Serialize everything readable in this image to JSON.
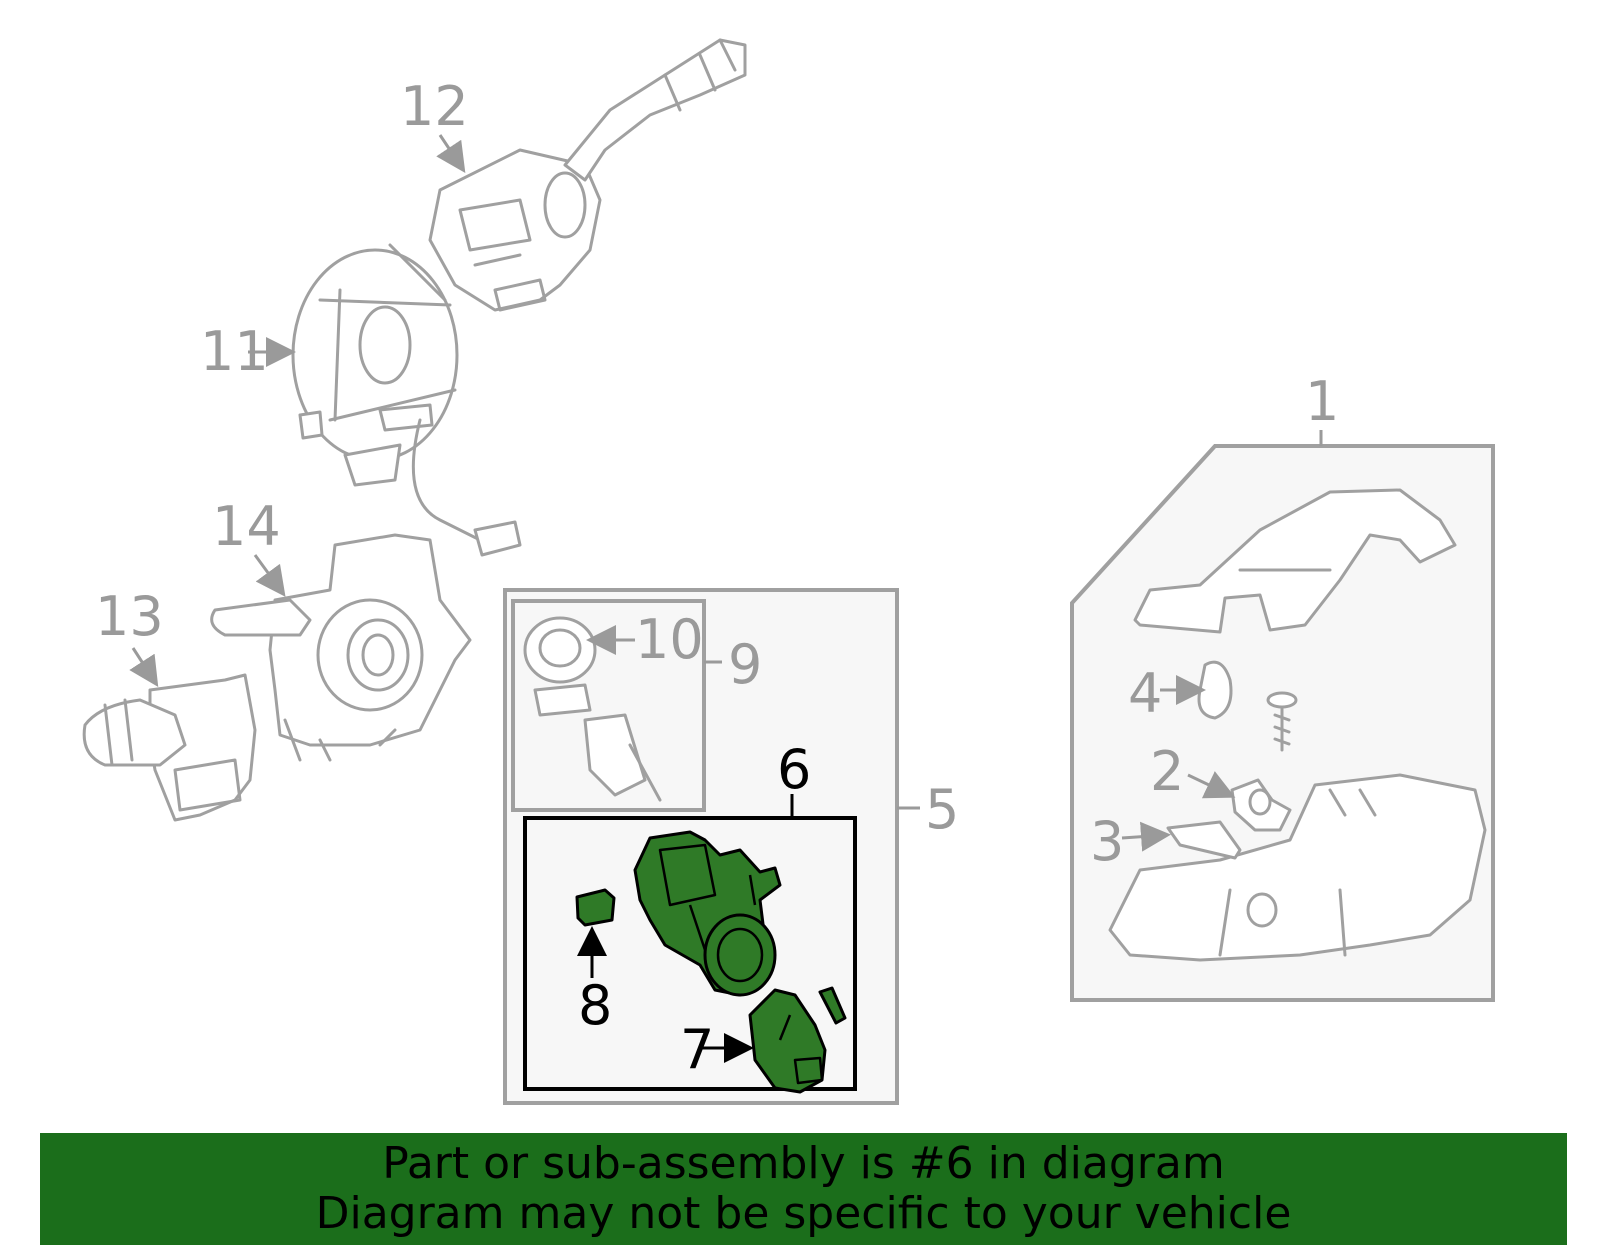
{
  "callouts": {
    "c1": "1",
    "c2": "2",
    "c3": "3",
    "c4": "4",
    "c5": "5",
    "c6": "6",
    "c7": "7",
    "c8": "8",
    "c9": "9",
    "c10": "10",
    "c11": "11",
    "c12": "12",
    "c13": "13",
    "c14": "14"
  },
  "highlight_color": "#1b6e1b",
  "part_color": "#2f7a27",
  "footer": {
    "line1": "Part or sub-assembly is #6 in diagram",
    "line2": "Diagram may not be specific to your vehicle"
  }
}
